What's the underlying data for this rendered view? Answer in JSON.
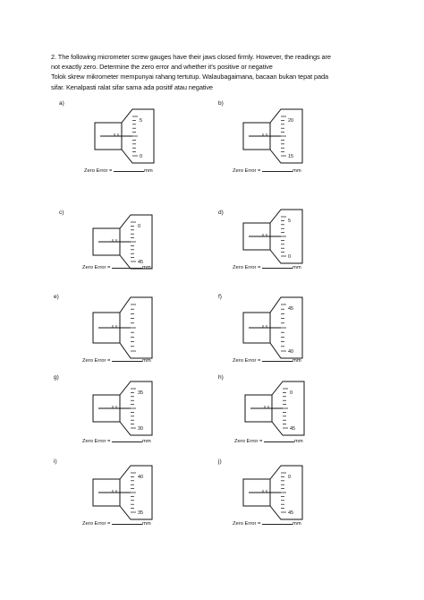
{
  "intro": [
    "2. The following micrometer screw gauges have their jaws closed firmly. However, the readings are",
    "not exactly zero. Determine the zero error and whether it’s positive or negative",
    "Tolok skrew mikrometer mempunyai rahang tertutup.  Walaubagaimana, bacaan bukan tepat pada",
    "sifar. Kenalpasti ralat sifar sama ada positif atau negative"
  ],
  "answer_prefix": "Zero Error =",
  "answer_unit": "mm",
  "items": [
    {
      "label": "a)",
      "style": "small",
      "numbers": [
        "5",
        "0"
      ],
      "zero_side": "above"
    },
    {
      "label": "b)",
      "style": "small",
      "numbers": [
        "20",
        "15"
      ],
      "zero_side": "below"
    },
    {
      "label": "c)",
      "style": "small",
      "numbers": [
        "0",
        "45"
      ],
      "zero_side": "above"
    },
    {
      "label": "d)",
      "style": "small",
      "numbers": [
        "5",
        "0"
      ],
      "zero_side": "below"
    },
    {
      "label": "e)",
      "style": "large",
      "numbers": [],
      "zero_side": "above"
    },
    {
      "label": "f)",
      "style": "large",
      "numbers": [
        "45",
        "40"
      ],
      "zero_side": "below"
    },
    {
      "label": "g)",
      "style": "small",
      "numbers": [
        "35",
        "30"
      ],
      "zero_side": "above"
    },
    {
      "label": "h)",
      "style": "small",
      "numbers": [
        "0",
        "45"
      ],
      "zero_side": "below"
    },
    {
      "label": "i)",
      "style": "small",
      "numbers": [
        "40",
        "35"
      ],
      "zero_side": "above"
    },
    {
      "label": "j)",
      "style": "small",
      "numbers": [
        "0",
        "45"
      ],
      "zero_side": "below"
    }
  ]
}
